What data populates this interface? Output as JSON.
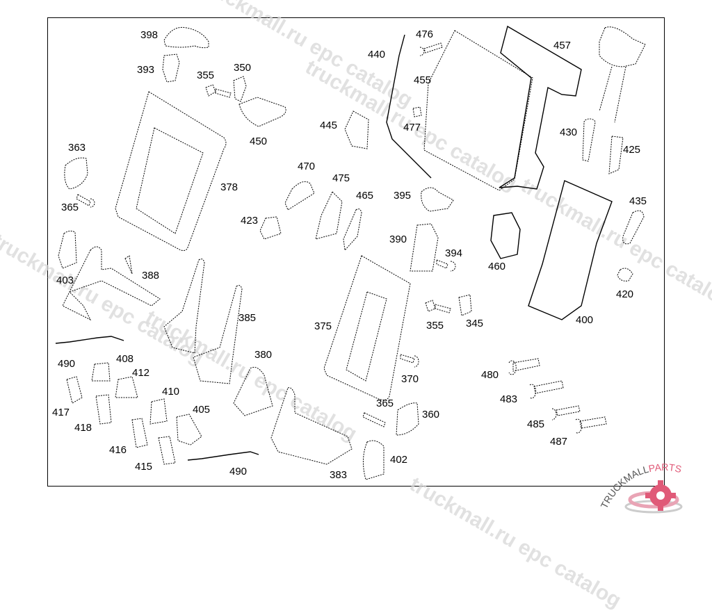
{
  "diagram": {
    "title": "Seat frame and backrest components exploded view",
    "labels": [
      {
        "id": "398",
        "text": "398"
      },
      {
        "id": "393",
        "text": "393"
      },
      {
        "id": "355a",
        "text": "355"
      },
      {
        "id": "350",
        "text": "350"
      },
      {
        "id": "450",
        "text": "450"
      },
      {
        "id": "363",
        "text": "363"
      },
      {
        "id": "378",
        "text": "378"
      },
      {
        "id": "365a",
        "text": "365"
      },
      {
        "id": "403",
        "text": "403"
      },
      {
        "id": "388",
        "text": "388"
      },
      {
        "id": "385",
        "text": "385"
      },
      {
        "id": "490a",
        "text": "490"
      },
      {
        "id": "408",
        "text": "408"
      },
      {
        "id": "412",
        "text": "412"
      },
      {
        "id": "417",
        "text": "417"
      },
      {
        "id": "418",
        "text": "418"
      },
      {
        "id": "410",
        "text": "410"
      },
      {
        "id": "405",
        "text": "405"
      },
      {
        "id": "416",
        "text": "416"
      },
      {
        "id": "415",
        "text": "415"
      },
      {
        "id": "490b",
        "text": "490"
      },
      {
        "id": "380",
        "text": "380"
      },
      {
        "id": "383",
        "text": "383"
      },
      {
        "id": "402",
        "text": "402"
      },
      {
        "id": "365b",
        "text": "365"
      },
      {
        "id": "360",
        "text": "360"
      },
      {
        "id": "370",
        "text": "370"
      },
      {
        "id": "375",
        "text": "375"
      },
      {
        "id": "355b",
        "text": "355"
      },
      {
        "id": "345",
        "text": "345"
      },
      {
        "id": "394",
        "text": "394"
      },
      {
        "id": "390",
        "text": "390"
      },
      {
        "id": "395",
        "text": "395"
      },
      {
        "id": "465",
        "text": "465"
      },
      {
        "id": "475",
        "text": "475"
      },
      {
        "id": "470",
        "text": "470"
      },
      {
        "id": "423",
        "text": "423"
      },
      {
        "id": "445",
        "text": "445"
      },
      {
        "id": "440",
        "text": "440"
      },
      {
        "id": "476",
        "text": "476"
      },
      {
        "id": "455",
        "text": "455"
      },
      {
        "id": "477",
        "text": "477"
      },
      {
        "id": "457",
        "text": "457"
      },
      {
        "id": "430",
        "text": "430"
      },
      {
        "id": "425",
        "text": "425"
      },
      {
        "id": "435",
        "text": "435"
      },
      {
        "id": "420",
        "text": "420"
      },
      {
        "id": "400",
        "text": "400"
      },
      {
        "id": "460",
        "text": "460"
      },
      {
        "id": "480",
        "text": "480"
      },
      {
        "id": "483",
        "text": "483"
      },
      {
        "id": "485",
        "text": "485"
      },
      {
        "id": "487",
        "text": "487"
      }
    ]
  },
  "watermark": {
    "text": "truckmall.ru epc catalog",
    "color": "#d8d8d8"
  },
  "logo": {
    "text_dark": "TRUCKMALL",
    "text_accent": "PARTS",
    "accent_color": "#e05a78",
    "icon": "gear-icon"
  }
}
